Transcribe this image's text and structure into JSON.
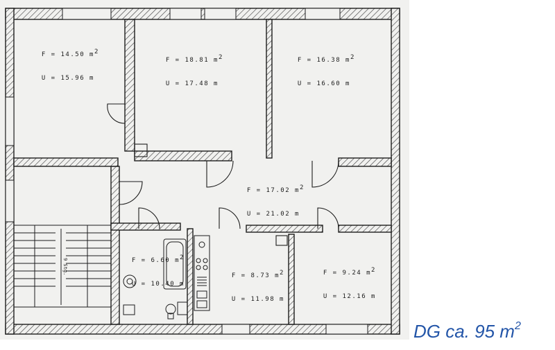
{
  "colors": {
    "paper": "#f1f1ef",
    "ink": "#1c1c1c",
    "caption": "#2355a8"
  },
  "rooms": [
    {
      "id": "room-a",
      "area": "F = 14.50 m",
      "perimeter": "U = 15.96 m"
    },
    {
      "id": "room-b",
      "area": "F = 18.81 m",
      "perimeter": "U = 17.48 m"
    },
    {
      "id": "room-c",
      "area": "F = 16.38 m",
      "perimeter": "U = 16.60 m"
    },
    {
      "id": "hall",
      "area": "F = 17.02 m",
      "perimeter": "U = 21.02 m"
    },
    {
      "id": "bath",
      "area": "F = 6.60 m",
      "perimeter": "U = 10.40 m"
    },
    {
      "id": "kitchen",
      "area": "F = 8.73 m",
      "perimeter": "U = 11.98 m"
    },
    {
      "id": "room-d",
      "area": "F = 9.24 m",
      "perimeter": "U = 12.16 m"
    }
  ],
  "superscript": "2",
  "stair_note": "9 Stg.",
  "caption": {
    "text": "DG ca. 95 m",
    "sup": "2"
  }
}
